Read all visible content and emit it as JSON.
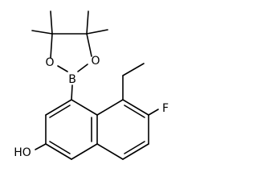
{
  "molecule": {
    "atoms": {
      "boron": "B",
      "oxygen_left": "O",
      "oxygen_right": "O",
      "fluorine": "F",
      "hydroxyl": "HO"
    },
    "colors": {
      "bond": "#000000",
      "label": "#000000",
      "background": "#ffffff"
    }
  }
}
